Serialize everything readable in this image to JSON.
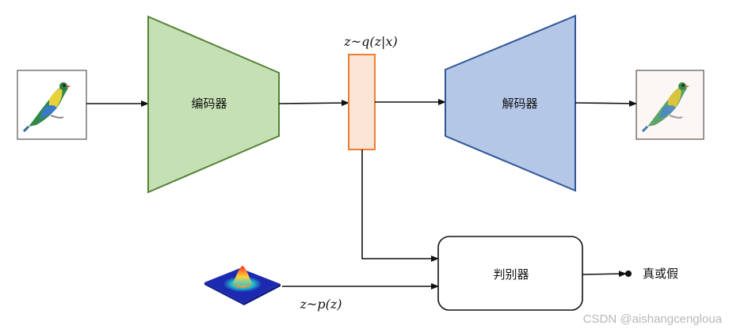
{
  "encoder": {
    "label": "编码器",
    "fill": "#c5e0b4",
    "stroke": "#548235"
  },
  "decoder": {
    "label": "解码器",
    "fill": "#b4c7e7",
    "stroke": "#2f5597"
  },
  "latent": {
    "label": "z~q(z|x)",
    "fill": "#fbe5d6",
    "stroke": "#ed7d31"
  },
  "discriminator": {
    "label": "判别器"
  },
  "prior": {
    "label": "z~p(z)"
  },
  "output": {
    "label": "真或假"
  },
  "input_image": {
    "icon": "bird-icon"
  },
  "reconstructed_image": {
    "icon": "bird-icon"
  },
  "prior_image": {
    "icon": "gaussian-surface-icon"
  },
  "watermark": "CSDN @aishangcengloua"
}
